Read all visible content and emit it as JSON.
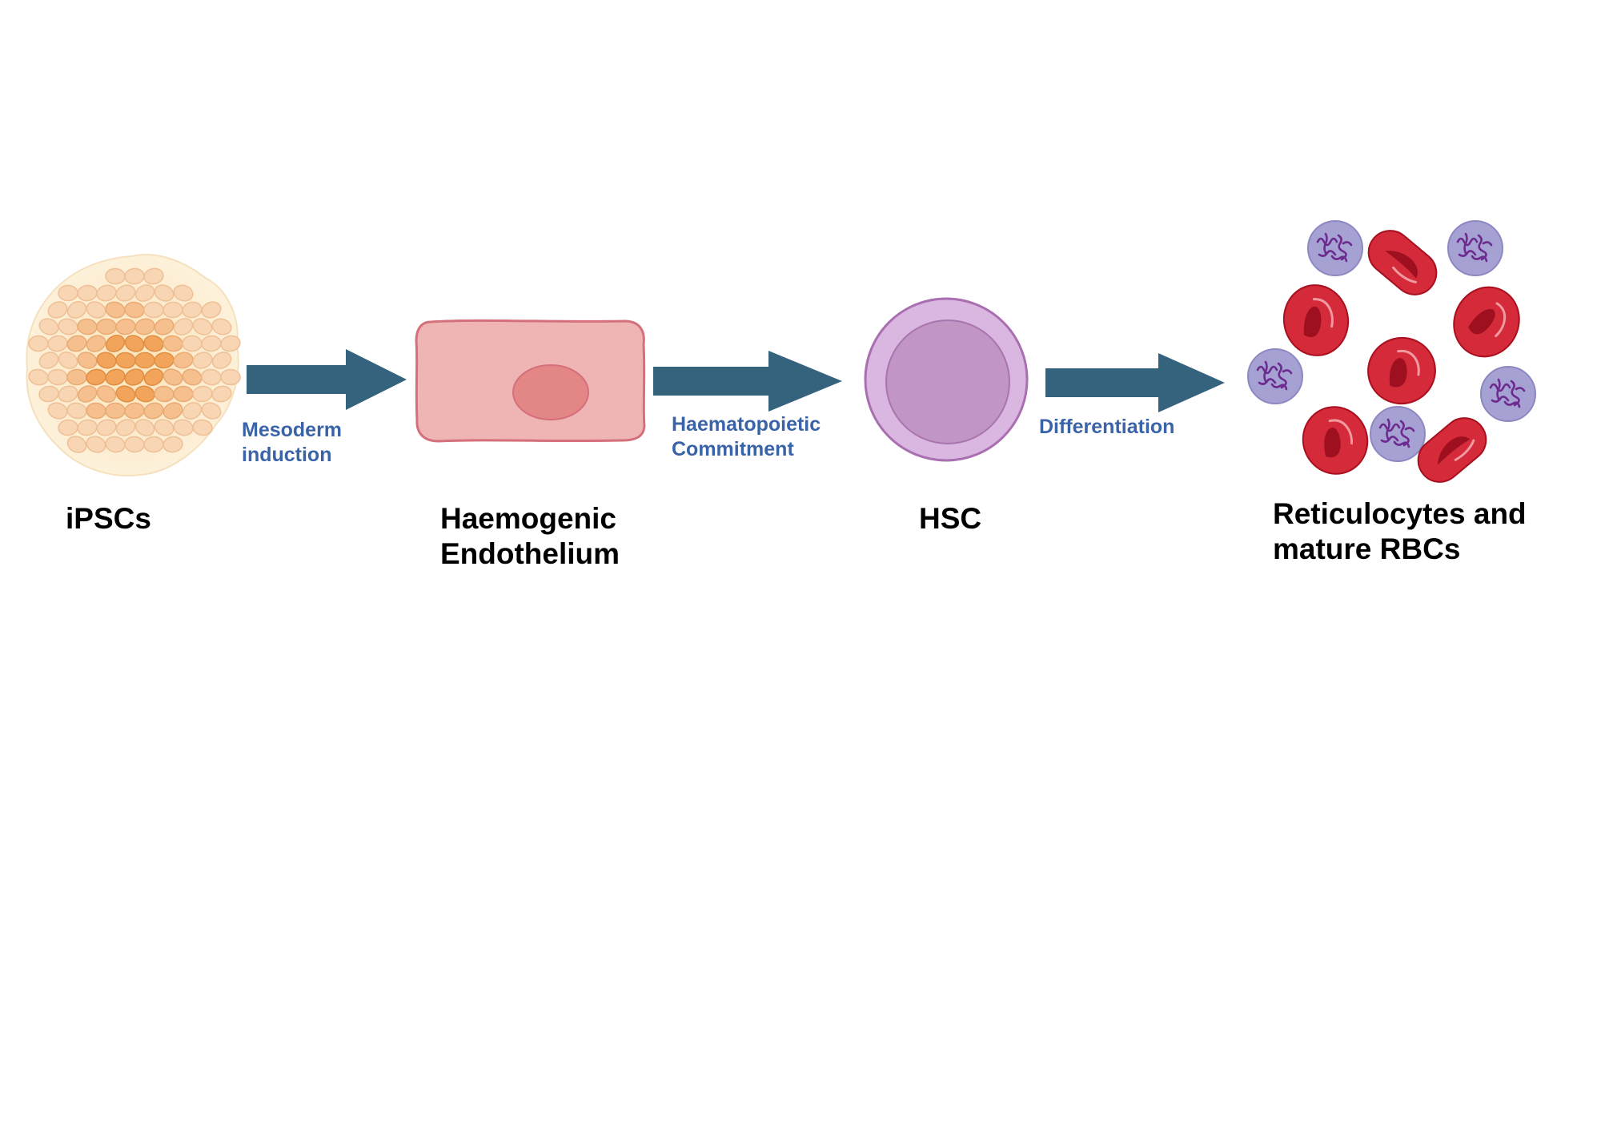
{
  "colors": {
    "arrow": "#35627c",
    "process_text": "#3a63a8",
    "stage_text": "#000000",
    "ipsc_fill": "#f9c88e",
    "endothelium_fill": "#efb5b5",
    "endothelium_nucleus": "#e38686",
    "hsc_outer": "#dab7e1",
    "hsc_inner": "#c195c4",
    "rbc_fill": "#d42a3a",
    "reticulocyte_fill": "#a5a1d3"
  },
  "stages": [
    {
      "id": "ipsc",
      "icon": "ipsc-colony-icon",
      "lines": [
        "iPSCs"
      ]
    },
    {
      "id": "haemogenic-endothelium",
      "icon": "endothelial-cell-icon",
      "lines": [
        "Haemogenic",
        "Endothelium"
      ]
    },
    {
      "id": "hsc",
      "icon": "hsc-cell-icon",
      "lines": [
        "HSC"
      ]
    },
    {
      "id": "rbc",
      "icon": "blood-cells-icon",
      "lines": [
        "Reticulocytes and",
        "mature RBCs"
      ]
    }
  ],
  "processes": [
    {
      "id": "mesoderm-induction",
      "lines": [
        "Mesoderm",
        "induction"
      ]
    },
    {
      "id": "haematopoietic-commitment",
      "lines": [
        "Haematopoietic",
        "Commitment"
      ]
    },
    {
      "id": "differentiation",
      "lines": [
        "Differentiation"
      ]
    }
  ]
}
